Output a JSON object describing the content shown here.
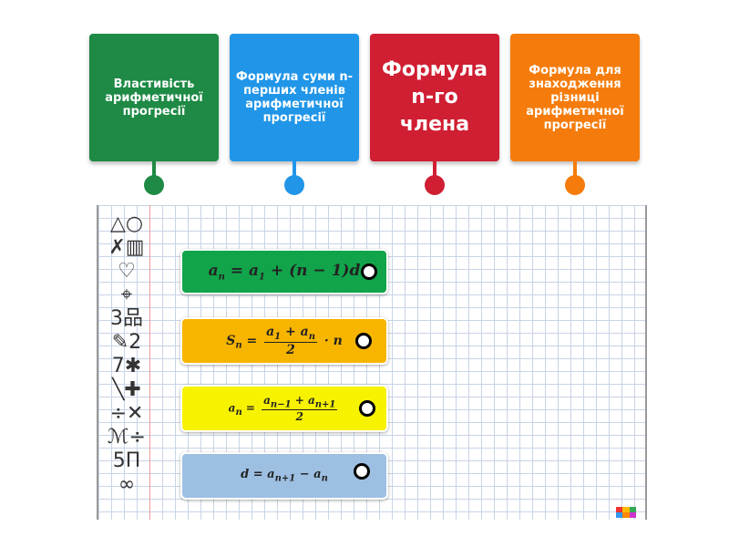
{
  "categories": [
    {
      "label": "Властивість арифметичної прогресії",
      "color": "#1e8a45"
    },
    {
      "label": "Формула суми n-перших членів арифметичної прогресії",
      "color": "#2196e8"
    },
    {
      "label": "Формула n-го члена",
      "color": "#d01e32"
    },
    {
      "label": "Формула для знаходження різниці арифметичної прогресії",
      "color": "#f57c0c"
    }
  ],
  "formulas": [
    {
      "color": "#12a44a",
      "text": {
        "a": "a",
        "n": "n",
        "eq": " = ",
        "a1": "a",
        "one": "1",
        "rest": " + (n − 1)d"
      }
    },
    {
      "color": "#f7b500",
      "text": {
        "S": "S",
        "n": "n",
        "eq": " = ",
        "num_a": "a",
        "num_1": "1",
        "plus": " + ",
        "num_an": "a",
        "num_n": "n",
        "den": "2",
        "tail": " · n"
      }
    },
    {
      "color": "#f7f200",
      "text": {
        "a": "a",
        "n": "n",
        "eq": " = ",
        "num_a1": "a",
        "num_s1": "n−1",
        "plus": " + ",
        "num_a2": "a",
        "num_s2": "n+1",
        "den": "2"
      }
    },
    {
      "color": "#9dbfe2",
      "text": {
        "d": "d",
        "eq": " = ",
        "a1": "a",
        "s1": "n+1",
        "minus": " − ",
        "a2": "a",
        "s2": "n"
      }
    }
  ],
  "doodles": [
    "△○",
    "✗▥",
    "♡",
    "⌖",
    "3品",
    "✎2",
    "7✱",
    "╲✚",
    "÷✕",
    "ℳ÷",
    "5Π",
    "∞"
  ]
}
